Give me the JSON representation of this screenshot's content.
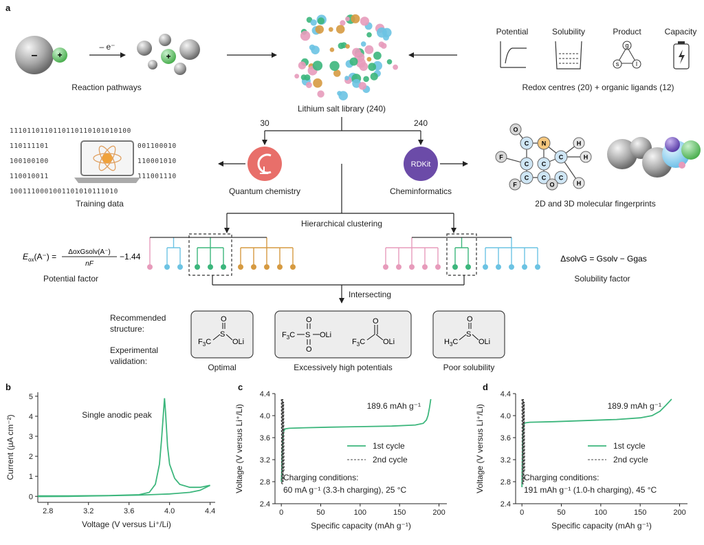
{
  "panels": {
    "a": "a",
    "b": "b",
    "c": "c",
    "d": "d"
  },
  "reaction": {
    "electron": "– e⁻",
    "label": "Reaction pathways",
    "minus": "–",
    "plus": "+"
  },
  "library": {
    "label": "Lithium salt library (240)"
  },
  "redox": {
    "icons": [
      "Potential",
      "Solubility",
      "Product",
      "Capacity"
    ],
    "product_letters": [
      "g",
      "s",
      "l"
    ],
    "label": "Redox centres (20) + organic ligands (12)"
  },
  "branch": {
    "left_count": "30",
    "right_count": "240"
  },
  "training": {
    "label": "Training data",
    "bits_full": [
      "1110110110110110110101010100",
      "1001110001001101010111010"
    ],
    "bits_left": [
      "110111101",
      "100100100",
      "110010011"
    ],
    "bits_right": [
      "001100010",
      "110001010",
      "111001110"
    ]
  },
  "qchem": {
    "label": "Quantum chemistry"
  },
  "chemi": {
    "label": "Cheminformatics",
    "logo": "RDKit"
  },
  "fingerprint": {
    "label": "2D and 3D molecular fingerprints",
    "atoms": [
      "O",
      "C",
      "N",
      "C",
      "H",
      "H",
      "F",
      "C",
      "C",
      "C",
      "H",
      "C",
      "C",
      "F",
      "O"
    ]
  },
  "clustering": {
    "label": "Hierarchical clustering",
    "intersect": "Intersecting"
  },
  "potential": {
    "eq_lhs": "E",
    "eq_sub": "ox",
    "eq_arg": "(A⁻) =",
    "num": "ΔoxGsolv(A⁻)",
    "den": "nF",
    "const": "−1.44",
    "label": "Potential factor"
  },
  "solubility": {
    "eq": "ΔsolvG = Gsolv − Ggas",
    "label": "Solubility factor"
  },
  "recommend": {
    "struct_label_1": "Recommended",
    "struct_label_2": "structure:",
    "valid_label_1": "Experimental",
    "valid_label_2": "validation:",
    "box1": {
      "result": "Optimal"
    },
    "box2": {
      "result": "Excessively high potentials"
    },
    "box3": {
      "result": "Poor solubility"
    }
  },
  "chem_text": {
    "o": "O",
    "s": "S",
    "oli": "OLi",
    "c": "C",
    "f3c": "F",
    "three": "3",
    "h3c": "H"
  },
  "colors": {
    "green": "#3cb67c",
    "pink": "#e79bbb",
    "blue": "#6cc3e3",
    "orange": "#d69a41",
    "grey": "#888"
  },
  "chart_data": [
    {
      "type": "line",
      "panel": "b",
      "xlabel": "Voltage (V versus Li⁺/Li)",
      "ylabel": "Current (µA cm⁻²)",
      "xlim": [
        2.7,
        4.45
      ],
      "ylim": [
        -0.3,
        5.2
      ],
      "xticks": [
        2.8,
        3.2,
        3.6,
        4.0,
        4.4
      ],
      "yticks": [
        0,
        1,
        2,
        3,
        4,
        5
      ],
      "annotation": "Single anodic peak",
      "series": [
        {
          "x": [
            2.7,
            3.0,
            3.4,
            3.7,
            3.8,
            3.86,
            3.9,
            3.92,
            3.94,
            3.95,
            3.96,
            3.98,
            4.0,
            4.05,
            4.1,
            4.2,
            4.3,
            4.4
          ],
          "y": [
            0.02,
            0.02,
            0.04,
            0.08,
            0.2,
            0.6,
            1.6,
            2.8,
            4.2,
            4.9,
            4.2,
            2.5,
            1.6,
            0.9,
            0.6,
            0.45,
            0.45,
            0.55
          ]
        },
        {
          "x": [
            4.4,
            4.3,
            4.2,
            4.0,
            3.9,
            3.7,
            3.4,
            3.0,
            2.7
          ],
          "y": [
            0.55,
            0.3,
            0.2,
            0.12,
            0.1,
            0.06,
            0.03,
            0.0,
            -0.01
          ]
        }
      ]
    },
    {
      "type": "line",
      "panel": "c",
      "xlabel": "Specific capacity (mAh g⁻¹)",
      "ylabel": "Voltage (V versus Li⁺/Li)",
      "xlim": [
        -8,
        210
      ],
      "ylim": [
        2.4,
        4.4
      ],
      "xticks": [
        0,
        50,
        100,
        150,
        200
      ],
      "yticks": [
        2.4,
        2.8,
        3.2,
        3.6,
        4.0,
        4.4
      ],
      "capacity": "189.6 mAh g⁻¹",
      "cond1": "Charging conditions:",
      "cond2": "60 mA g⁻¹ (3.3-h charging), 25 °C",
      "series": [
        {
          "name": "1st cycle",
          "x": [
            0,
            0.5,
            1,
            2,
            3,
            5,
            10,
            30,
            60,
            100,
            140,
            170,
            180,
            184,
            186,
            188,
            189.6
          ],
          "y": [
            2.8,
            2.95,
            3.3,
            3.6,
            3.72,
            3.76,
            3.77,
            3.78,
            3.79,
            3.8,
            3.81,
            3.83,
            3.86,
            3.92,
            4.0,
            4.15,
            4.3
          ]
        },
        {
          "name": "2nd cycle",
          "x": [
            0,
            0.5,
            1,
            1.5,
            2,
            2.5,
            3,
            3.5
          ],
          "y": [
            4.3,
            2.75,
            4.3,
            2.75,
            4.3,
            2.8,
            4.25,
            3.0
          ]
        }
      ]
    },
    {
      "type": "line",
      "panel": "d",
      "xlabel": "Specific capacity (mAh g⁻¹)",
      "ylabel": "Voltage (V versus Li⁺/Li)",
      "xlim": [
        -8,
        210
      ],
      "ylim": [
        2.4,
        4.4
      ],
      "xticks": [
        0,
        50,
        100,
        150,
        200
      ],
      "yticks": [
        2.4,
        2.8,
        3.2,
        3.6,
        4.0,
        4.4
      ],
      "capacity": "189.9 mAh g⁻¹",
      "cond1": "Charging conditions:",
      "cond2": "191 mAh g⁻¹ (1.0-h charging), 45 °C",
      "series": [
        {
          "name": "1st cycle",
          "x": [
            0,
            0.5,
            1,
            2,
            3,
            5,
            10,
            40,
            80,
            120,
            150,
            165,
            175,
            182,
            186,
            189.9
          ],
          "y": [
            2.7,
            3.2,
            3.65,
            3.82,
            3.86,
            3.87,
            3.88,
            3.89,
            3.91,
            3.93,
            3.96,
            4.0,
            4.08,
            4.18,
            4.24,
            4.3
          ]
        },
        {
          "name": "2nd cycle",
          "x": [
            0,
            0.5,
            1,
            1.5,
            2,
            2.5,
            3,
            3.5
          ],
          "y": [
            4.3,
            2.75,
            4.3,
            2.75,
            4.3,
            2.8,
            4.25,
            3.0
          ]
        }
      ]
    }
  ]
}
